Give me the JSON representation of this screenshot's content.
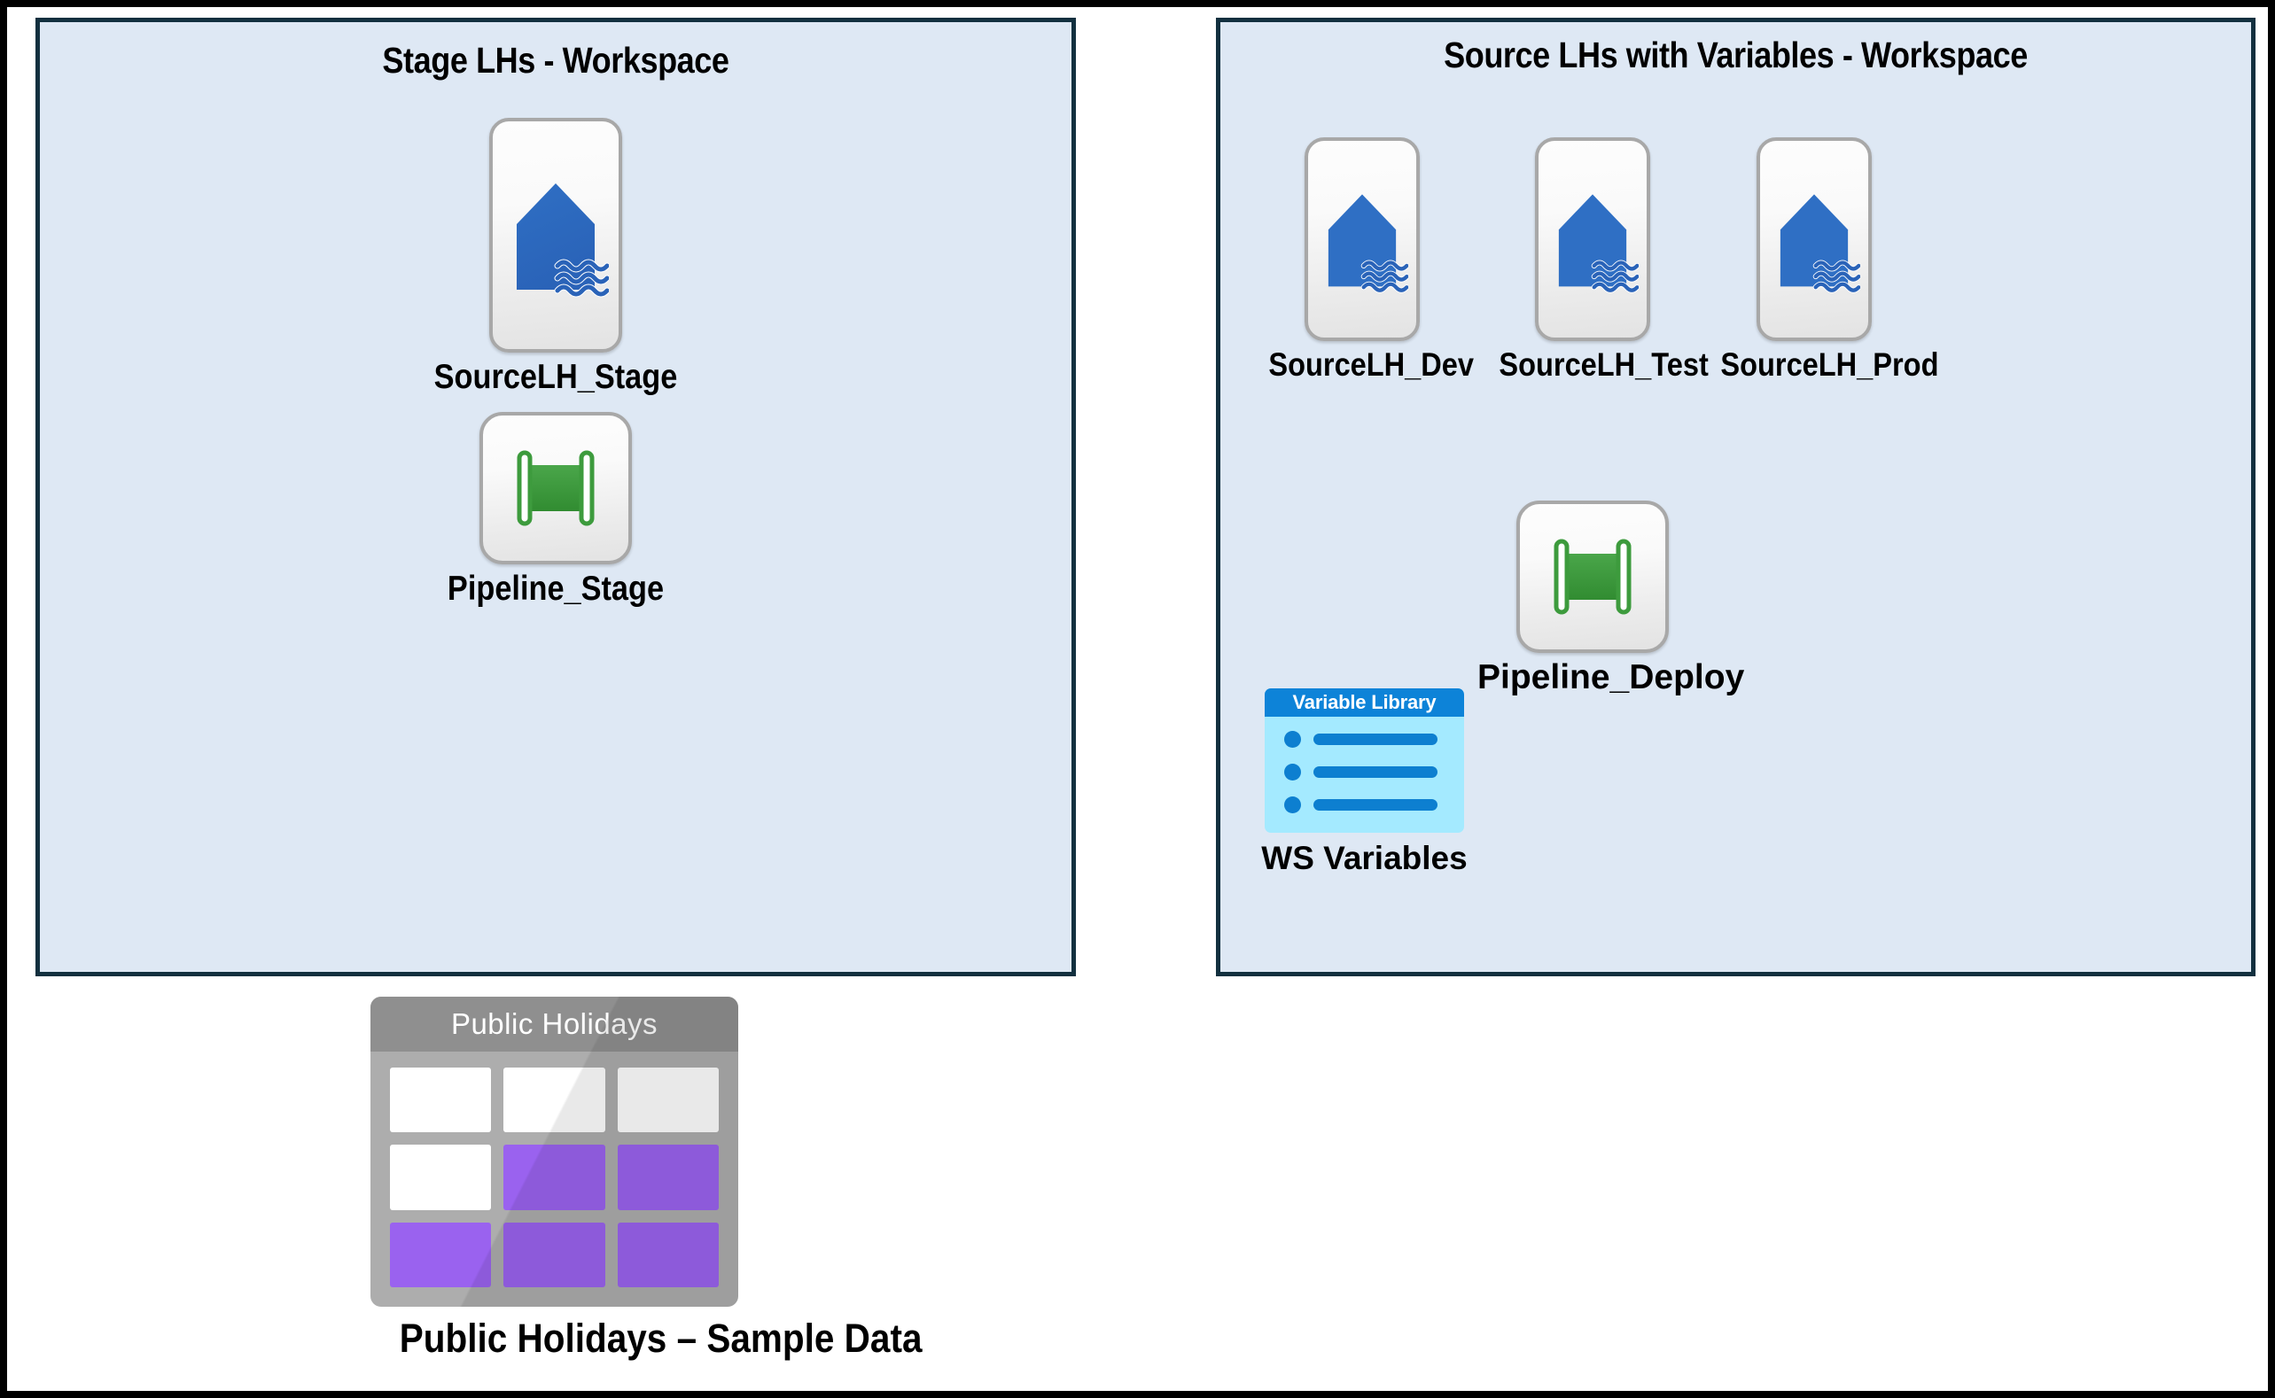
{
  "diagram": {
    "workspaces": [
      {
        "id": "stage",
        "title": "Stage LHs - Workspace",
        "items": [
          {
            "name": "SourceLH_Stage",
            "icon": "lakehouse-icon"
          },
          {
            "name": "Pipeline_Stage",
            "icon": "pipeline-icon"
          }
        ]
      },
      {
        "id": "source",
        "title": "Source LHs with Variables - Workspace",
        "items": [
          {
            "name": "SourceLH_Dev",
            "icon": "lakehouse-icon"
          },
          {
            "name": "SourceLH_Test",
            "icon": "lakehouse-icon"
          },
          {
            "name": "SourceLH_Prod",
            "icon": "lakehouse-icon"
          },
          {
            "name": "Pipeline_Deploy",
            "icon": "pipeline-icon"
          },
          {
            "name": "WS Variables",
            "icon": "variable-library-icon",
            "header": "Variable Library"
          }
        ]
      }
    ],
    "standalone": [
      {
        "name": "Public Holidays – Sample Data",
        "icon": "table-icon",
        "header": "Public Holidays",
        "cells": [
          [
            "white",
            "white",
            "white"
          ],
          [
            "white",
            "purple",
            "purple"
          ],
          [
            "purple",
            "purple",
            "purple"
          ]
        ]
      }
    ]
  },
  "colors": {
    "outer_border": "#000000",
    "workspace_fill": "#dee8f4",
    "workspace_border": "#12303f",
    "lakehouse_blue": "#2f6fc4",
    "pipeline_green": "#3c9b3c",
    "variable_library_header": "#0d83d8",
    "variable_library_body": "#a4eaff",
    "table_purple": "#9a62ef",
    "table_gray": "#adadad",
    "table_header_gray": "#8f8f8f"
  }
}
